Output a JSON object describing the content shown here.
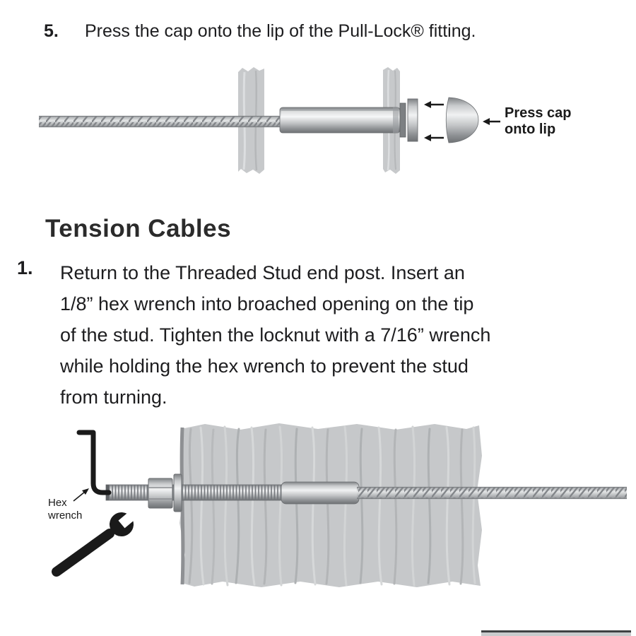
{
  "page": {
    "background": "#ffffff"
  },
  "step5": {
    "number": "5.",
    "text": "Press the cap onto the lip of the Pull-Lock® fitting."
  },
  "figure1": {
    "caption_line1": "Press cap",
    "caption_line2": "onto lip"
  },
  "section": {
    "heading": "Tension Cables"
  },
  "step1": {
    "number": "1.",
    "lines": [
      "Return to the Threaded Stud end post. Insert an",
      "1/8” hex wrench into broached opening on the tip",
      "of the stud. Tighten the locknut with a 7/16” wrench",
      "while holding the hex wrench to prevent the stud",
      "from turning."
    ]
  },
  "figure2": {
    "label_line1": "Hex",
    "label_line2": "wrench"
  },
  "colors": {
    "text": "#1d1d1f",
    "post_gray": "#c6c8ca",
    "metal_dark": "#6f7275",
    "wrench_black": "#1a1a1a"
  }
}
